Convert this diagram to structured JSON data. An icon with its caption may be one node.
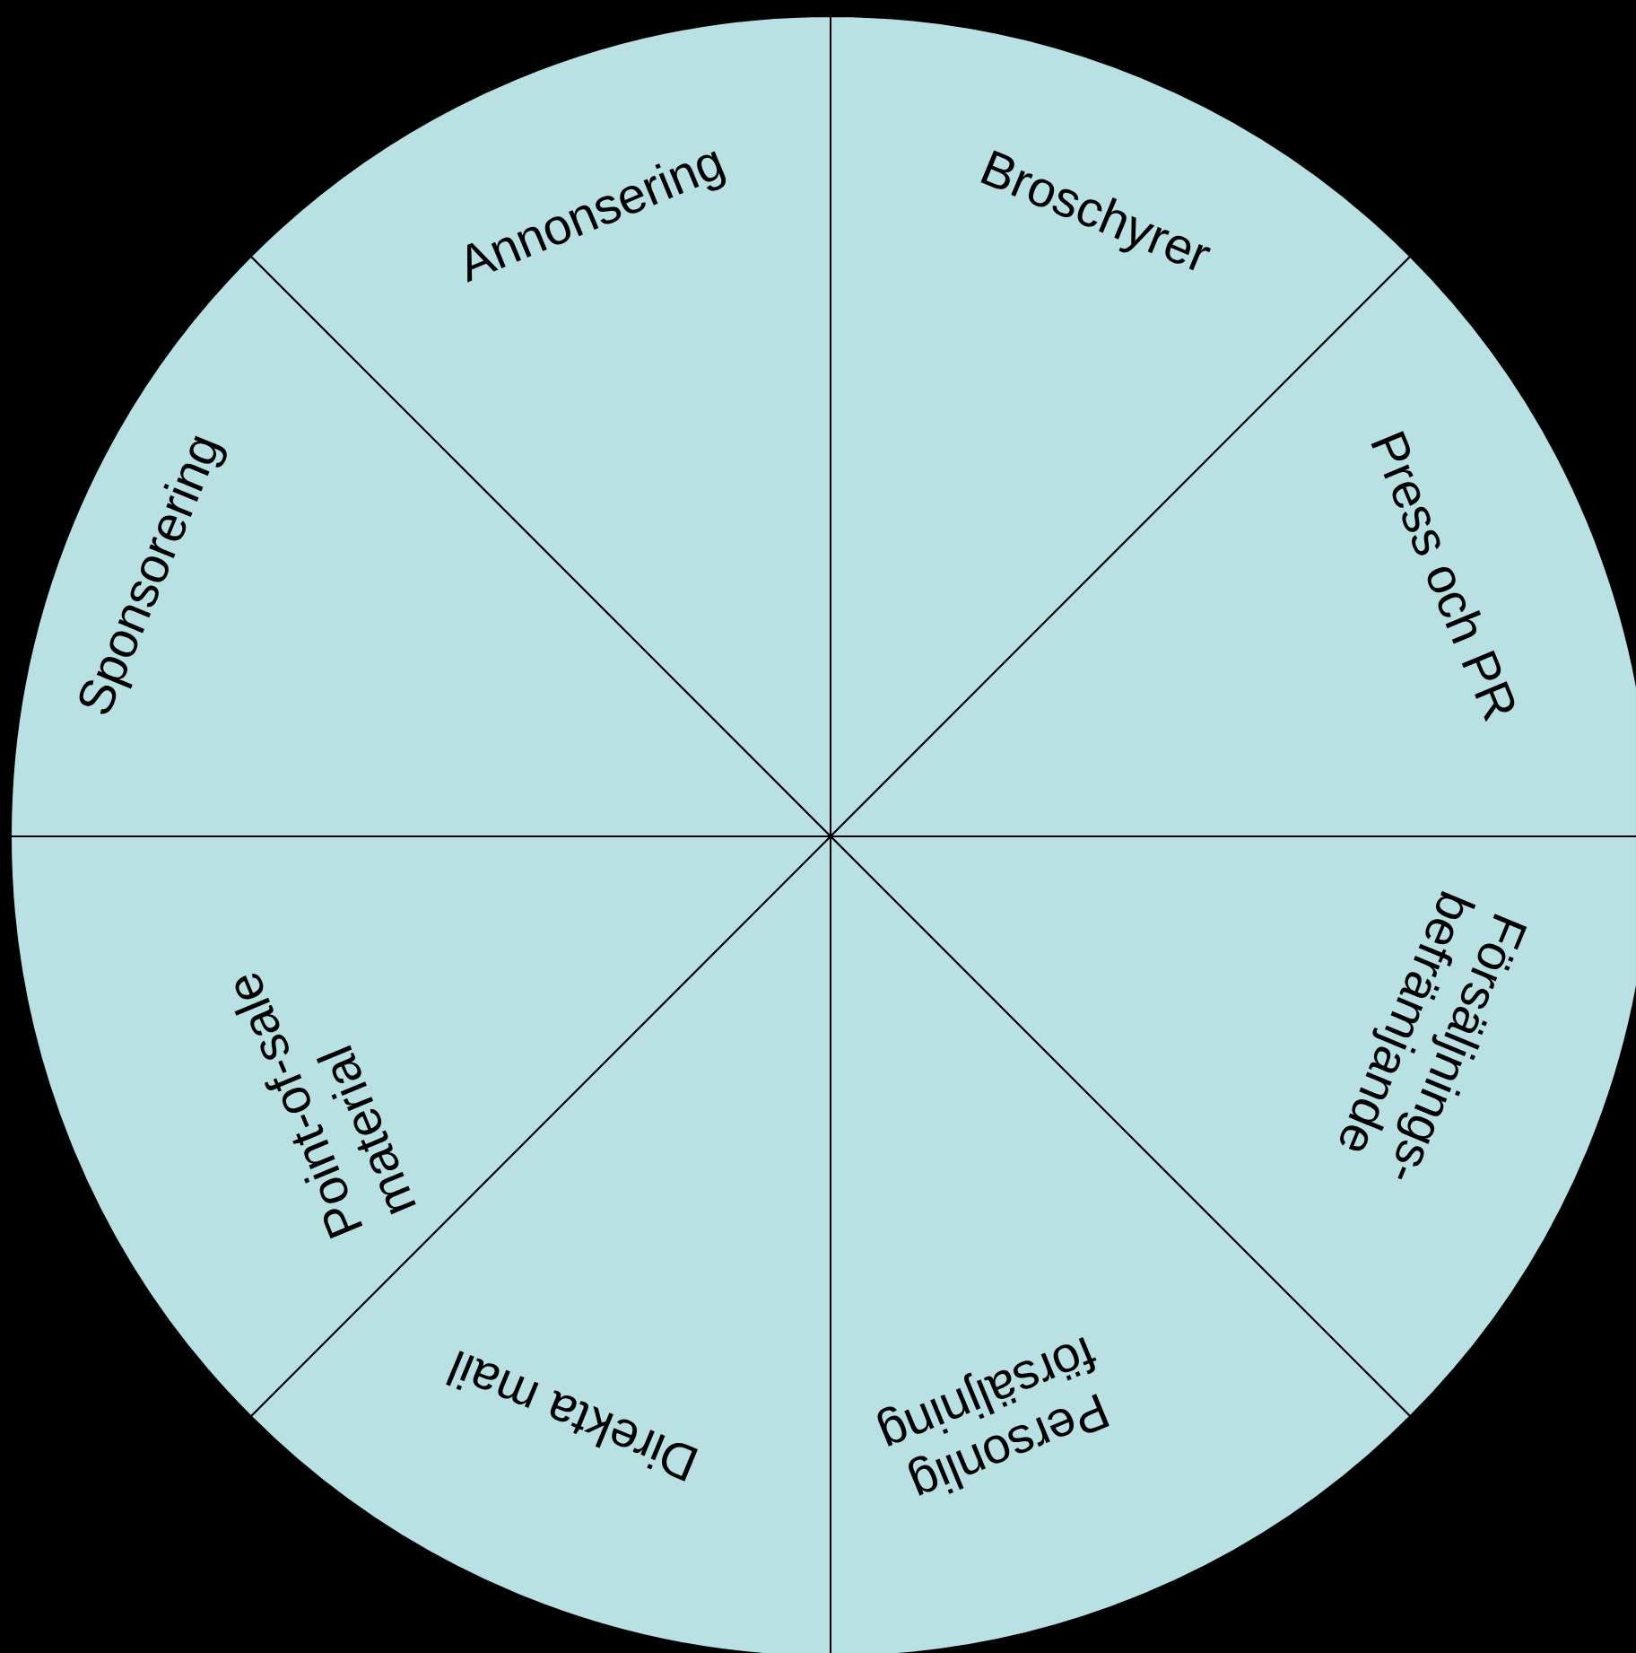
{
  "diagram": {
    "nodes": [
      {
        "text": [
          "Annonsering"
        ]
      },
      {
        "text": [
          "Broschyrer"
        ]
      },
      {
        "text": [
          "Press och PR"
        ]
      },
      {
        "text": [
          "Försäljnings- befrämjande"
        ]
      },
      {
        "text": [
          "Personlig försäljning"
        ]
      },
      {
        "text": [
          "Direkta mail"
        ]
      },
      {
        "text": [
          "Point-of-sale material"
        ]
      },
      {
        "text": [
          "Sponsorering"
        ]
      }
    ]
  }
}
